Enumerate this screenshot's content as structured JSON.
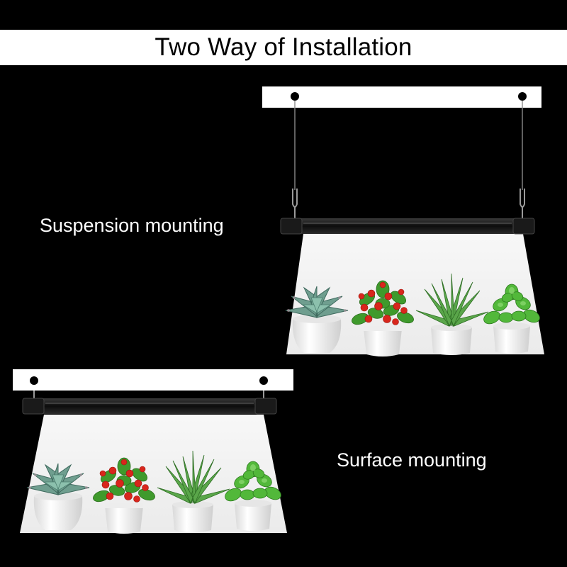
{
  "title": "Two Way of Installation",
  "labels": {
    "suspension": "Suspension mounting",
    "surface": "Surface mounting"
  },
  "colors": {
    "background": "#000000",
    "panel": "#ffffff",
    "light_bar": "#111111",
    "light_glow": "#f7f7f7",
    "succulent": "#6f9e8f",
    "tomato": "#d8261c",
    "leaf": "#3f9a2c",
    "aloe": "#5aa64a",
    "mint": "#52b83a",
    "pot": "#f2f2f2"
  },
  "plants": [
    {
      "name": "succulent",
      "icon": "succulent-icon"
    },
    {
      "name": "tomato",
      "icon": "tomato-plant-icon"
    },
    {
      "name": "aloe",
      "icon": "aloe-icon"
    },
    {
      "name": "mint",
      "icon": "mint-icon"
    }
  ]
}
